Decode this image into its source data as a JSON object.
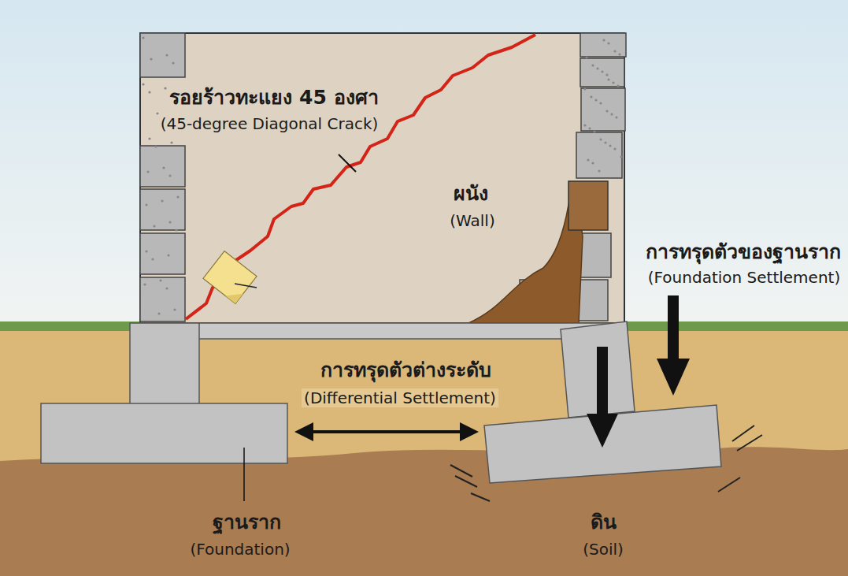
{
  "diagram": {
    "nodes": [
      {
        "text": [
          "ผนัง",
          "(Wall)"
        ]
      }
    ],
    "labels": [
      "รอยร้าวทะแยง 45 องศา",
      "(45-degree Diagonal Crack)",
      "การทรุดตัวของฐานราก",
      "(Foundation Settlement)",
      "การทรุดตัวต่างระดับ",
      "(Differential Settlement)",
      "ฐานราก",
      "(Foundation)",
      "ดิน",
      "(Soil)"
    ]
  }
}
